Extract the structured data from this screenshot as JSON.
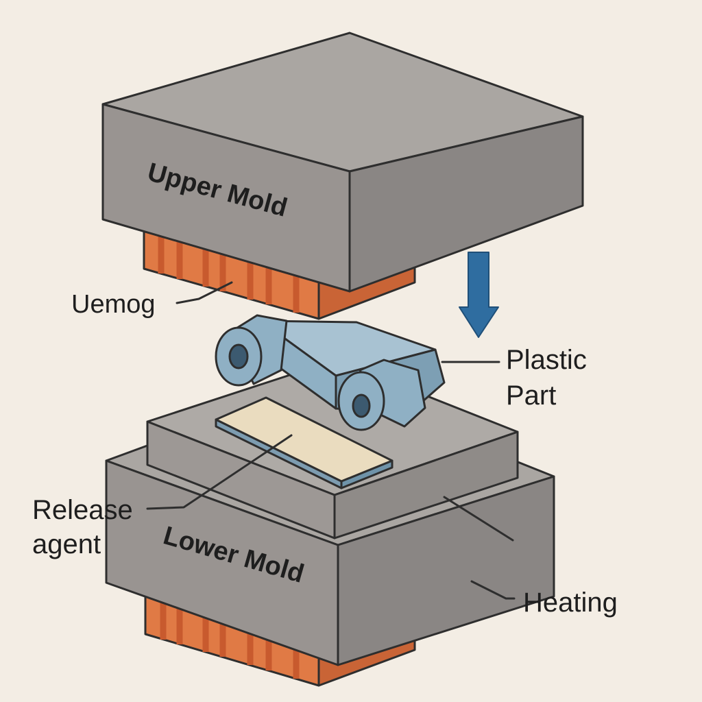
{
  "labels": {
    "upper_mold": "Upper Mold",
    "lower_mold": "Lower Mold",
    "uemog": "Uemog",
    "plastic_part_line1": "Plastic",
    "plastic_part_line2": "Part",
    "release_agent_line1": "Release",
    "release_agent_line2": "agent",
    "heating": "Heating"
  },
  "colors": {
    "background": "#f3ede4",
    "mold_top": "#aaa6a2",
    "mold_front": "#999491",
    "mold_side": "#8a8684",
    "heater": "#e07a45",
    "heater_stripe": "#c85a2e",
    "part_blue": "#8fb0c4",
    "part_blue_dark": "#6f93a9",
    "release_agent": "#eadcbf",
    "arrow": "#2f6da0",
    "outline": "#2e2e2e"
  },
  "icons": {
    "press_direction": "down-arrow-icon"
  }
}
